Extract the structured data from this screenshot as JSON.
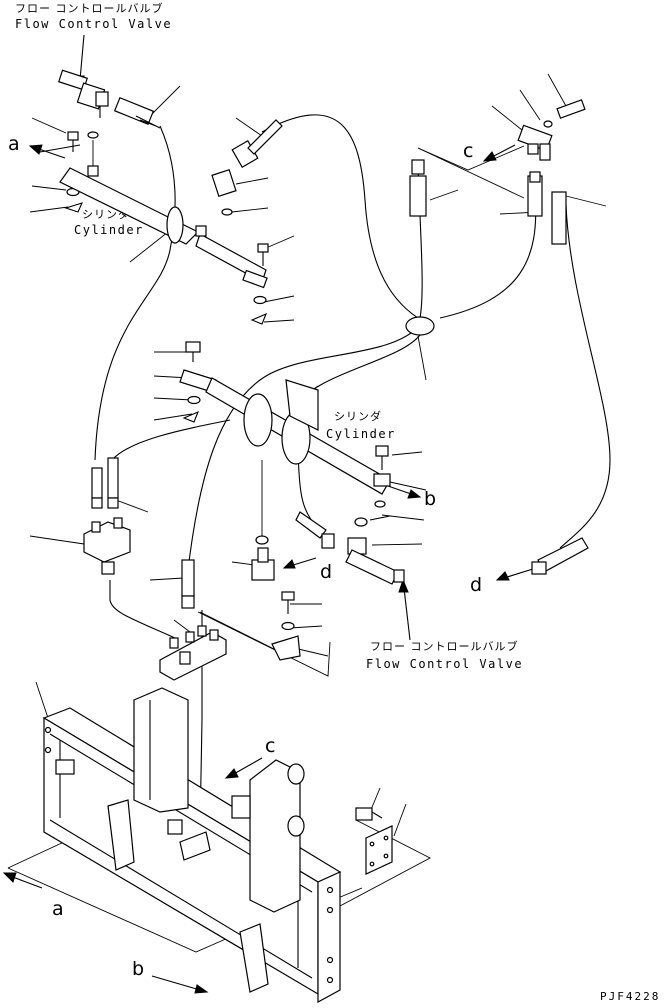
{
  "labels": {
    "flow_valve_top_jp": "フロー コントロールバルブ",
    "flow_valve_top_en": "Flow Control Valve",
    "cylinder_left_jp": "シリンダ",
    "cylinder_left_en": "Cylinder",
    "cylinder_mid_jp": "シリンダ",
    "cylinder_mid_en": "Cylinder",
    "flow_valve_bottom_jp": "フロー コントロールバルブ",
    "flow_valve_bottom_en": "Flow Control Valve"
  },
  "refs": {
    "a_top": "a",
    "c_top": "c",
    "b_mid": "b",
    "d_left": "d",
    "d_right": "d",
    "c_bottom": "c",
    "a_bottom": "a",
    "b_bottom": "b"
  },
  "drawing_code": "PJF4228",
  "colors": {
    "line": "#000000",
    "background": "#ffffff"
  }
}
